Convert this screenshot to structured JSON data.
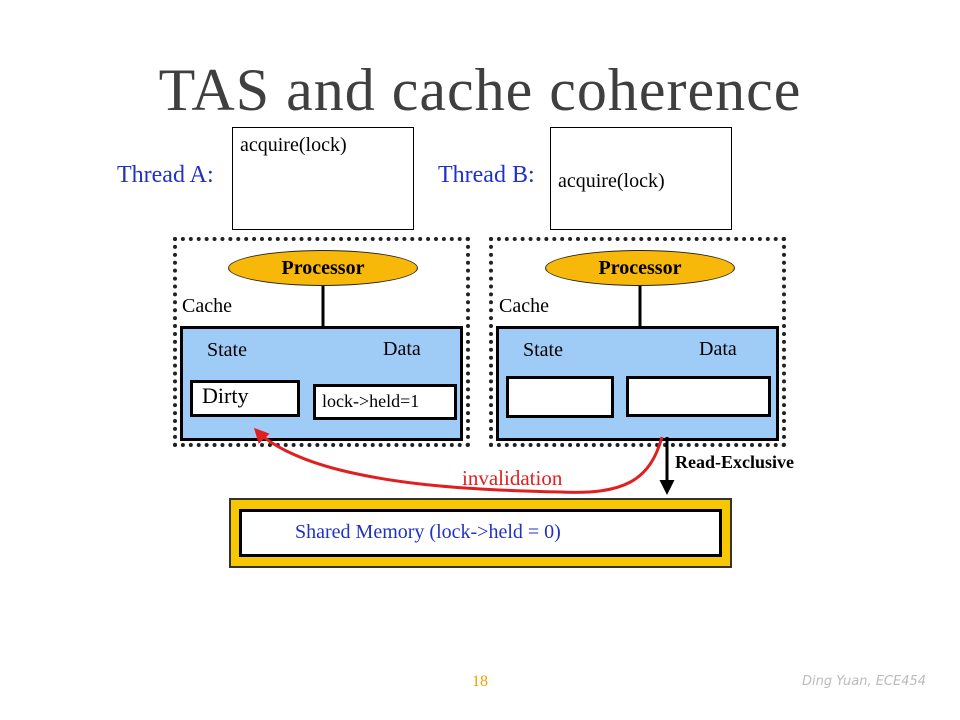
{
  "slide": {
    "title": "TAS and cache coherence",
    "page_number": "18",
    "footer": "Ding Yuan, ECE454"
  },
  "thread_a": {
    "label": "Thread A:",
    "code": "acquire(lock)",
    "processor": "Processor",
    "cache_label": "Cache",
    "state_header": "State",
    "data_header": "Data",
    "state_value": "Dirty",
    "data_value": "lock->held=1"
  },
  "thread_b": {
    "label": "Thread B:",
    "code": "acquire(lock)",
    "processor": "Processor",
    "cache_label": "Cache",
    "state_header": "State",
    "data_header": "Data",
    "state_value": "",
    "data_value": ""
  },
  "memory": {
    "label": "Shared Memory (lock->held = 0)"
  },
  "arrows": {
    "invalidation": "invalidation",
    "read_exclusive": "Read-Exclusive"
  },
  "colors": {
    "processor": "#f7b80a",
    "cache": "#9fccf7",
    "memory_frame": "#f7c802",
    "thread_label": "#1f31c6",
    "invalidation": "#e02020"
  }
}
